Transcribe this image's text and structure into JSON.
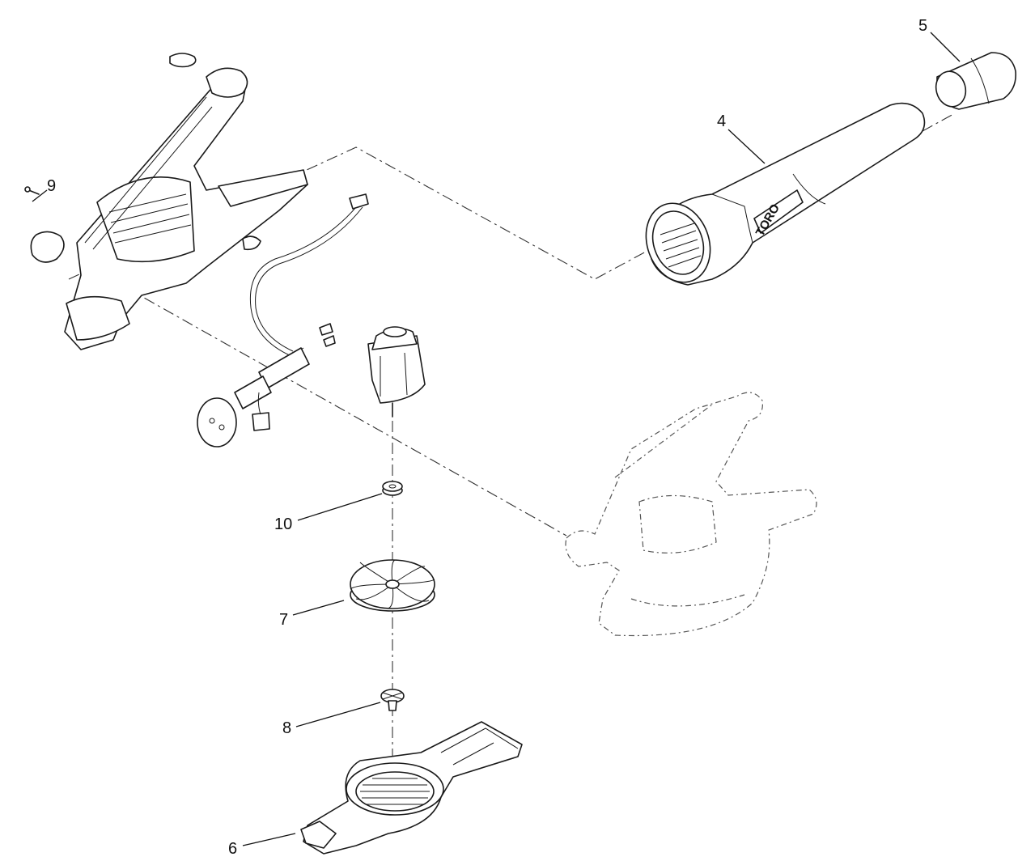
{
  "brand_label": "TORO",
  "callouts": [
    {
      "id": "part-4",
      "label": "4"
    },
    {
      "id": "part-5",
      "label": "5"
    },
    {
      "id": "part-6",
      "label": "6"
    },
    {
      "id": "part-7",
      "label": "7"
    },
    {
      "id": "part-8",
      "label": "8"
    },
    {
      "id": "part-9",
      "label": "9"
    },
    {
      "id": "part-10",
      "label": "10"
    }
  ]
}
